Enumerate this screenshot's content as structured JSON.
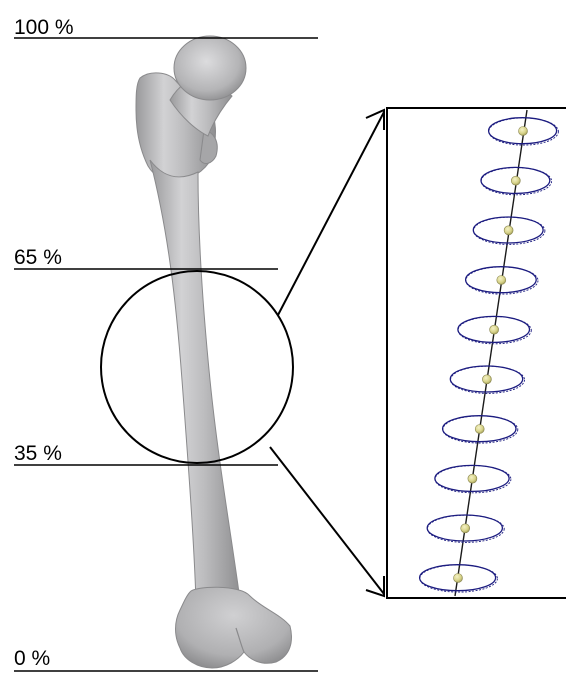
{
  "figure": {
    "labels": {
      "p100": "100 %",
      "p65": "65 %",
      "p35": "35 %",
      "p0": "0 %"
    },
    "colors": {
      "bone_fill": "#b7b7b9",
      "bone_shadow": "#8e8e90",
      "ring": "#1c1c80",
      "centroid": "#d8d48a",
      "line": "#000000"
    },
    "inset": {
      "slice_count": 10
    }
  }
}
